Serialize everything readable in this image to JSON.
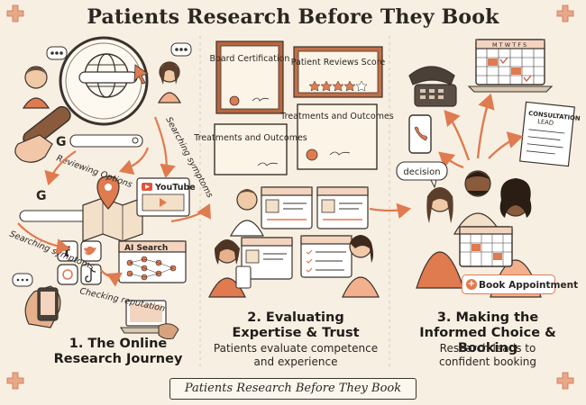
{
  "title": "Patients Research Before They Book",
  "footer": "Patients Research Before They Book",
  "section1": {
    "heading_line1": "1. The Online",
    "heading_line2": "Research Journey",
    "labels": {
      "searching_symptoms_top": "Searching symptoms",
      "reviewing_options": "Reviewing Options",
      "youtube": "YouTube",
      "ai_search": "AI Search",
      "searching_symptoms_left": "Searching symptoms",
      "checking_reputation": "Checking reputation"
    }
  },
  "section2": {
    "heading_line1": "2. Evaluating",
    "heading_line2": "Expertise & Trust",
    "desc_line1": "Patients evaluate competence",
    "desc_line2": "and experience",
    "certificates": {
      "board_certification": "Board Certification",
      "patient_reviews_score": "Patient Reviews Score",
      "treatments_outcomes_1": "Treatments and Outcomes",
      "treatments_outcomes_2": "Treatments and Outcomes"
    }
  },
  "section3": {
    "heading_line1": "3. Making the",
    "heading_line2": "Informed Choice & Booking",
    "desc_line1": "Research leads to",
    "desc_line2": "confident booking",
    "decision_bubble": "decision",
    "calendar_days": "M T W T F S",
    "consultation_doc_line1": "CONSULTATION",
    "consultation_doc_line2": "LEAD",
    "book_button": "Book Appointment"
  },
  "colors": {
    "accent": "#e07a4f",
    "ink": "#2b2622",
    "paper": "#f7efe2"
  }
}
